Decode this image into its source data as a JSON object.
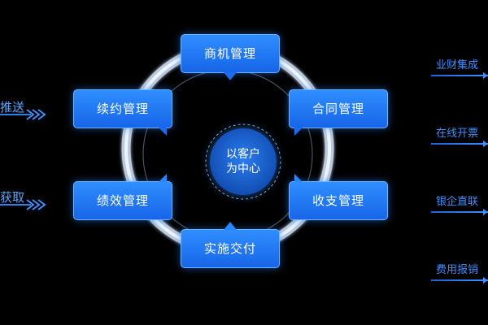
{
  "center": {
    "line1": "以客户",
    "line2": "为中心"
  },
  "modules": {
    "shangji": "商机管理",
    "hetong": "合同管理",
    "shouzhi": "收支管理",
    "shishi": "实施交付",
    "jixiao": "绩效管理",
    "xuyue": "续约管理"
  },
  "left_inputs": {
    "push": "推送",
    "get": "获取"
  },
  "right_outputs": [
    "业财集成",
    "在线开票",
    "银企直联",
    "费用报销"
  ],
  "colors": {
    "background": "#000000",
    "module_fill": "#1f74f2",
    "accent_text": "#3d8fff",
    "ring": "#d8e6f6"
  }
}
